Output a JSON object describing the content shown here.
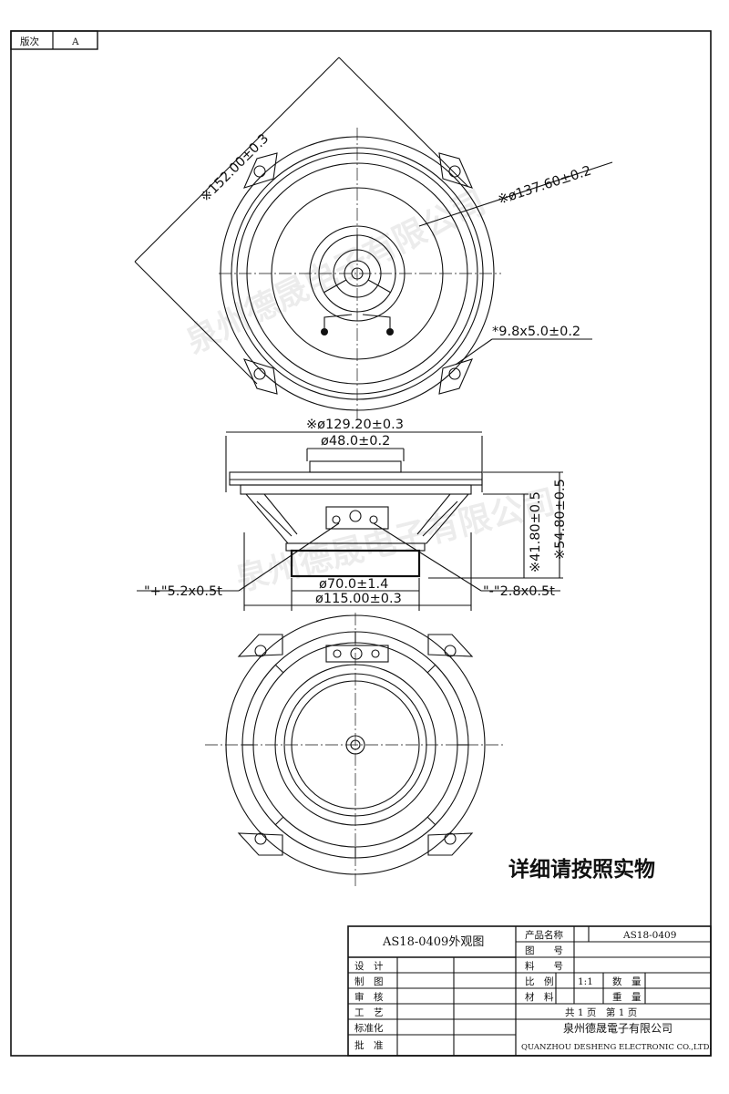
{
  "revision": {
    "label": "版次",
    "value": "A"
  },
  "dimensions": {
    "diag": "※152.00±0.3",
    "d137": "※ø137.60±0.2",
    "slot": "*9.8x5.0±0.2",
    "d129": "※ø129.20±0.3",
    "d48": "ø48.0±0.2",
    "h41": "※41.80±0.5",
    "h54": "※54.80±0.5",
    "plus": "\"+\"5.2x0.5t",
    "minus": "\"-\"2.8x0.5t",
    "d70": "ø70.0±1.4",
    "d115": "ø115.00±0.3"
  },
  "watermark": {
    "text": "泉州德晟电子有限公司"
  },
  "note": "详细请按照实物",
  "title_block": {
    "drawing_title": "AS18-0409外观图",
    "product_name_label": "产品名称",
    "product_name_value": "AS18-0409",
    "drawing_no_label": "图　　号",
    "material_no_label": "料　　号",
    "ratio_label": "比　例",
    "ratio_value": "1:1",
    "qty_label": "数　量",
    "material_label": "材　料",
    "weight_label": "重　量",
    "pages": "共 1 页　第 1 页",
    "company_cn": "泉州德晟電子有限公司",
    "company_en": "QUANZHOU DESHENG ELECTRONIC CO.,LTD.",
    "roles": [
      "设　计",
      "制　图",
      "审　核",
      "工　艺",
      "标准化",
      "批　准"
    ]
  }
}
